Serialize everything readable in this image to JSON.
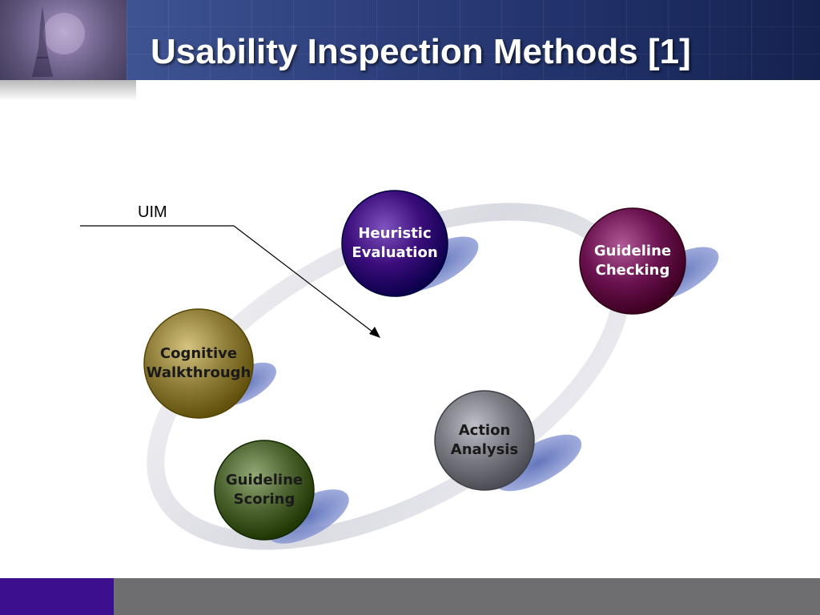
{
  "slide": {
    "title": "Usability Inspection Methods [1]"
  },
  "diagram": {
    "center_label": "UIM",
    "nodes": [
      {
        "id": "heuristic-evaluation",
        "line1": "Heuristic",
        "line2": "Evaluation",
        "color": "#3a0d7a",
        "text_color": "#ffffff"
      },
      {
        "id": "guideline-checking",
        "line1": "Guideline",
        "line2": "Checking",
        "color": "#6b1250",
        "text_color": "#ffffff"
      },
      {
        "id": "cognitive-walkthrough",
        "line1": "Cognitive",
        "line2": "Walkthrough",
        "color": "#8f7e3a",
        "text_color": "#1a1a1a"
      },
      {
        "id": "action-analysis",
        "line1": "Action",
        "line2": "Analysis",
        "color": "#7a7a82",
        "text_color": "#1a1a1a"
      },
      {
        "id": "guideline-scoring",
        "line1": "Guideline",
        "line2": "Scoring",
        "color": "#4d6431",
        "text_color": "#1a1a1a"
      }
    ]
  },
  "footer": {
    "left_color": "#3c0f8f",
    "right_color": "#6e6e70"
  }
}
